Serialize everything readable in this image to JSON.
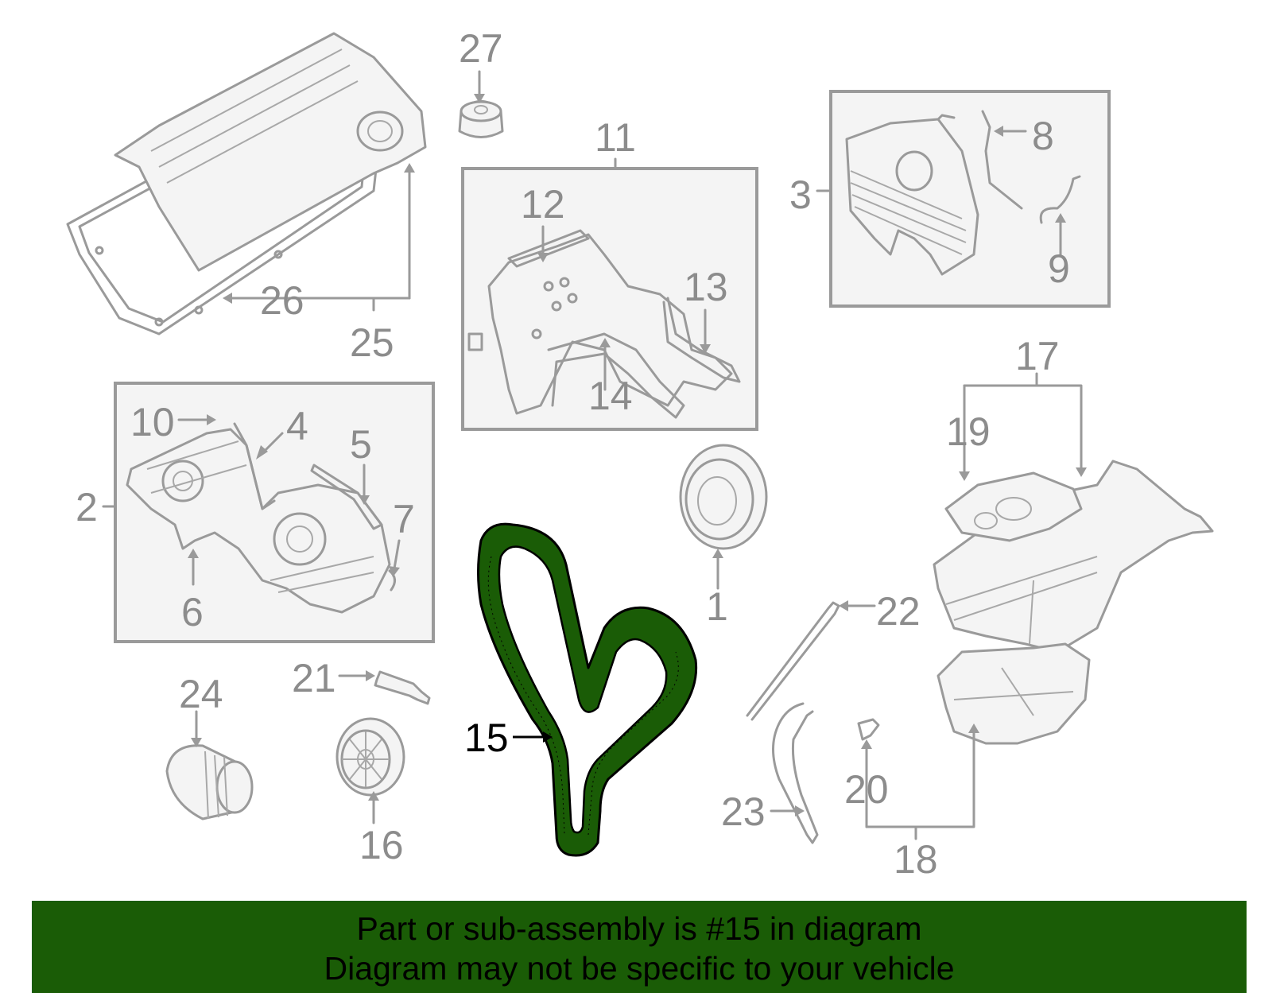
{
  "diagram": {
    "highlight_color": "#1a5c06",
    "highlighted_part": "15",
    "callouts": [
      {
        "id": "1",
        "label": "1"
      },
      {
        "id": "2",
        "label": "2"
      },
      {
        "id": "3",
        "label": "3"
      },
      {
        "id": "4",
        "label": "4"
      },
      {
        "id": "5",
        "label": "5"
      },
      {
        "id": "6",
        "label": "6"
      },
      {
        "id": "7",
        "label": "7"
      },
      {
        "id": "8",
        "label": "8"
      },
      {
        "id": "9",
        "label": "9"
      },
      {
        "id": "10",
        "label": "10"
      },
      {
        "id": "11",
        "label": "11"
      },
      {
        "id": "12",
        "label": "12"
      },
      {
        "id": "13",
        "label": "13"
      },
      {
        "id": "14",
        "label": "14"
      },
      {
        "id": "15",
        "label": "15"
      },
      {
        "id": "16",
        "label": "16"
      },
      {
        "id": "17",
        "label": "17"
      },
      {
        "id": "18",
        "label": "18"
      },
      {
        "id": "19",
        "label": "19"
      },
      {
        "id": "20",
        "label": "20"
      },
      {
        "id": "21",
        "label": "21"
      },
      {
        "id": "22",
        "label": "22"
      },
      {
        "id": "23",
        "label": "23"
      },
      {
        "id": "24",
        "label": "24"
      },
      {
        "id": "25",
        "label": "25"
      },
      {
        "id": "26",
        "label": "26"
      },
      {
        "id": "27",
        "label": "27"
      }
    ]
  },
  "banner": {
    "line1": "Part or sub-assembly is #15 in diagram",
    "line2": "Diagram may not be specific to your vehicle",
    "background": "#1a5c06"
  }
}
